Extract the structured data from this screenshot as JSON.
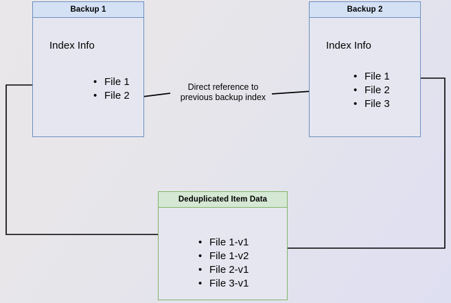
{
  "diagram": {
    "title_hidden": "",
    "background": {
      "from": "#e9e7e9",
      "to": "#dfdff2"
    },
    "colors": {
      "blue_border": "#6c8ebf",
      "blue_header_fill": "#d4e1f5",
      "green_border": "#82b366",
      "green_header_fill": "#d5e8d4",
      "body_fill": "#e6e6f0",
      "edge_stroke": "#000000"
    },
    "nodes": [
      {
        "id": "backup1",
        "header": "Backup 1",
        "section_label": "Index Info",
        "items": [
          "File 1",
          "File 2"
        ]
      },
      {
        "id": "backup2",
        "header": "Backup 2",
        "section_label": "Index Info",
        "items": [
          "File 1",
          "File 2",
          "File 3"
        ]
      },
      {
        "id": "dedup",
        "header": "Deduplicated Item Data",
        "items": [
          "File 1-v1",
          "File 1-v2",
          "File 2-v1",
          "File 3-v1"
        ]
      }
    ],
    "edge_label": {
      "line1": "Direct reference to",
      "line2": "previous backup index"
    }
  }
}
